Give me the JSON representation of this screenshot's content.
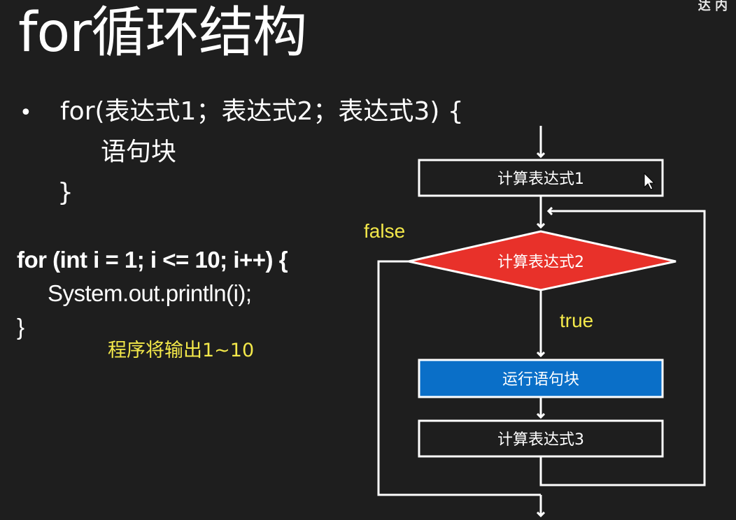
{
  "slide": {
    "title": "for循环结构",
    "corner_text": "达 内",
    "bullet": "•",
    "syntax": {
      "line1": "for(表达式1；表达式2；表达式3) {",
      "line2": "语句块",
      "line3": "}"
    },
    "code": {
      "line1": "for (int i = 1; i <= 10; i++) {",
      "line2": "System.out.println(i);",
      "line3": "}"
    },
    "note": "程序将输出1~10"
  },
  "flowchart": {
    "step1": "计算表达式1",
    "condition": "计算表达式2",
    "body": "运行语句块",
    "step3": "计算表达式3",
    "label_false": "false",
    "label_true": "true"
  },
  "colors": {
    "background": "#1e1e1e",
    "text": "#ffffff",
    "highlight": "#f3e84a",
    "condition_fill": "#e8312a",
    "body_fill": "#0a6fc8",
    "box_stroke": "#ffffff"
  }
}
